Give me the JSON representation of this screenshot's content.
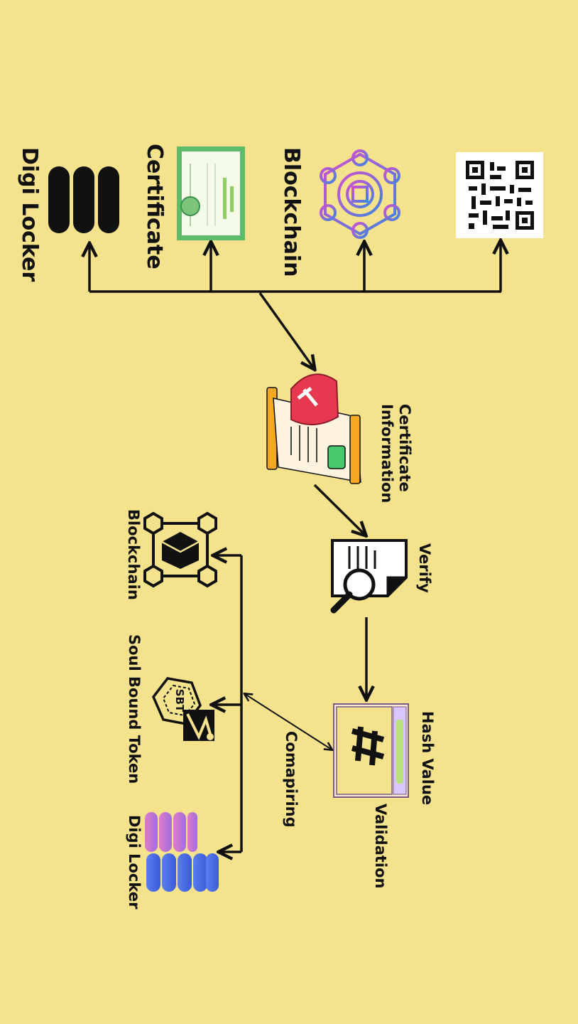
{
  "top_row": {
    "digi_locker": "Digi Locker",
    "certificate": "Certificate",
    "blockchain": "Blockchain"
  },
  "certificate_information": {
    "line1": "Certificate",
    "line2": "Information"
  },
  "verify": "Verify",
  "hash_value": "Hash Value",
  "validation": "Validation",
  "comparing": "Comapiring",
  "bottom_row": {
    "blockchain": "Blockchain",
    "soul_bound_token": "Soul Bound Token",
    "sbt_badge": "SBT",
    "digi_locker": "Digi Locker"
  },
  "colors": {
    "background": "#f4e28d",
    "ink": "#111111",
    "certificate_green": "#5dbb6a",
    "shield_red": "#e8384f",
    "blockchain_violet": "#7a5fd0",
    "locker_blue": "#4a6fe0",
    "locker_pink": "#e07ac8"
  }
}
